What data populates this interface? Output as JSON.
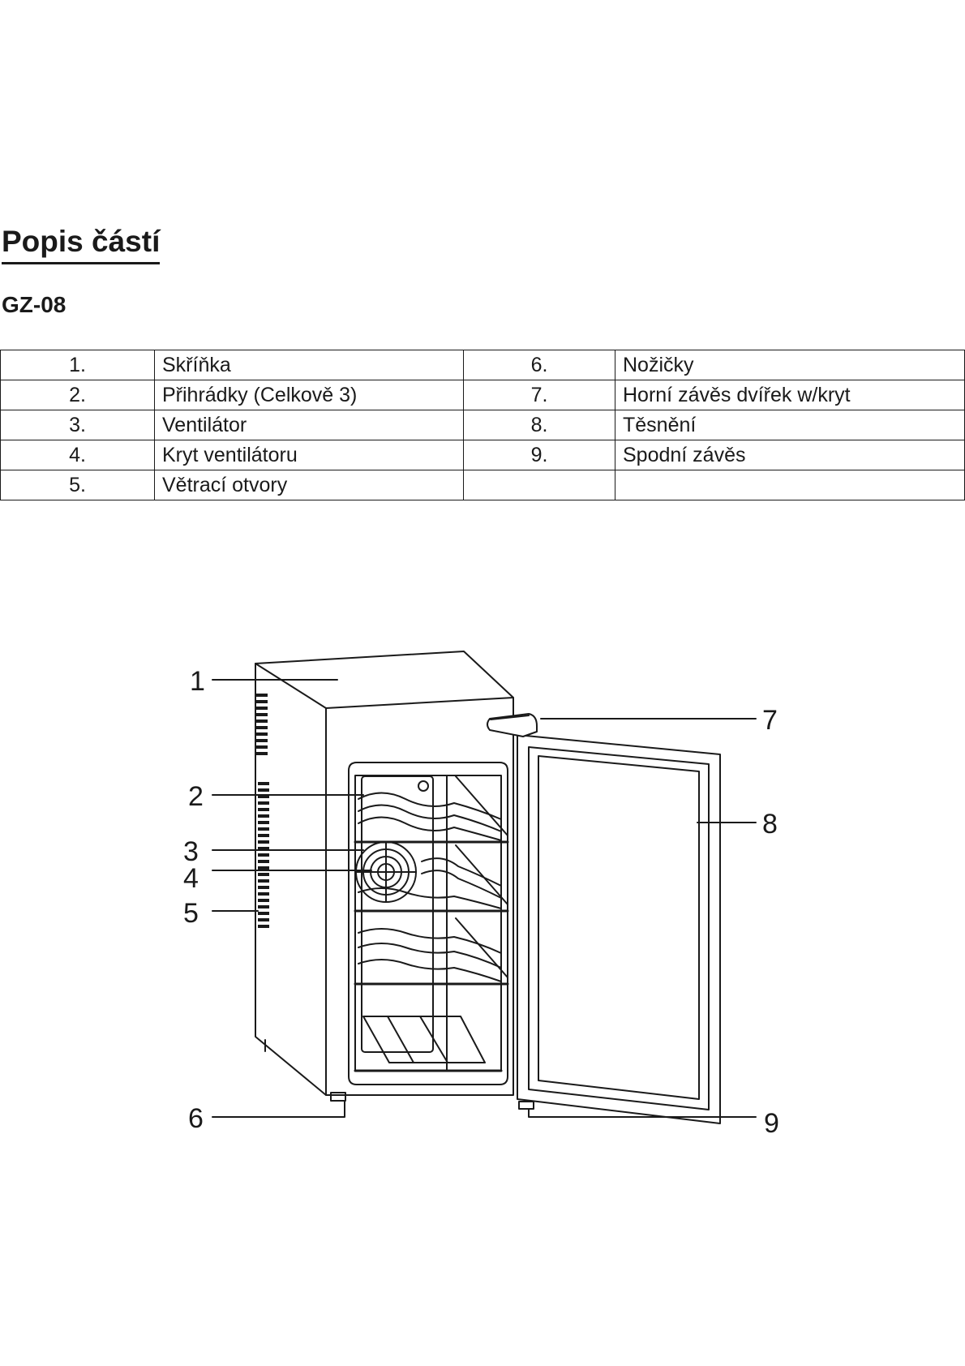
{
  "section_title": "Popis částí",
  "model": "GZ-08",
  "parts_table": [
    {
      "left_num": "1.",
      "left_name": "Skříňka",
      "right_num": "6.",
      "right_name": "Nožičky"
    },
    {
      "left_num": "2.",
      "left_name": "Přihrádky (Celkově 3)",
      "right_num": "7.",
      "right_name": "Horní závěs dvířek w/kryt"
    },
    {
      "left_num": "3.",
      "left_name": "Ventilátor",
      "right_num": "8.",
      "right_name": "Těsnění"
    },
    {
      "left_num": "4.",
      "left_name": "Kryt ventilátoru",
      "right_num": "9.",
      "right_name": "Spodní závěs"
    },
    {
      "left_num": "5.",
      "left_name": "Větrací otvory",
      "right_num": "",
      "right_name": ""
    }
  ],
  "diagram_callouts": [
    "1",
    "2",
    "3",
    "4",
    "5",
    "6",
    "7",
    "8",
    "9"
  ]
}
